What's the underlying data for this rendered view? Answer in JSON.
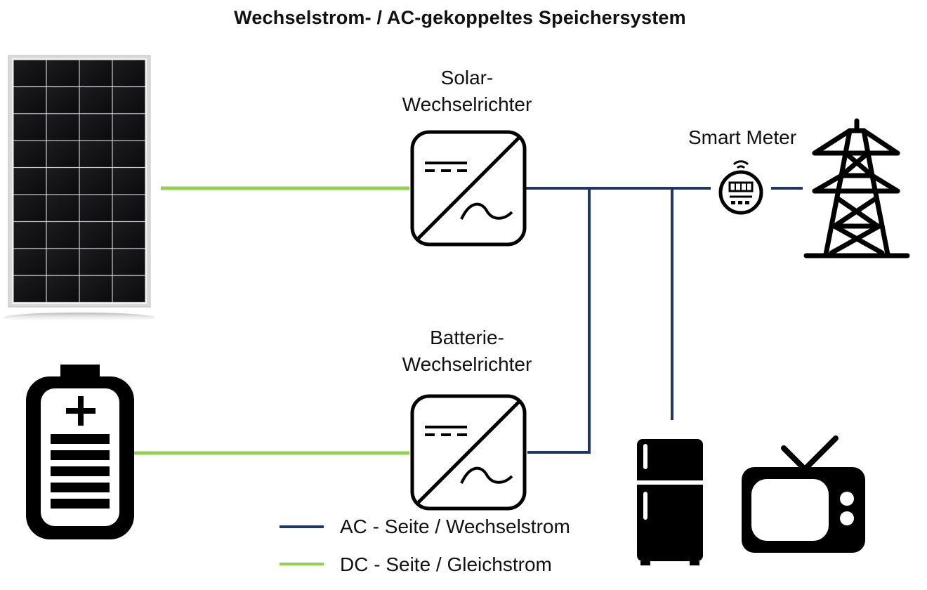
{
  "title": "Wechselstrom- / AC-gekoppeltes Speichersystem",
  "solar_inverter": {
    "line1": "Solar-",
    "line2": "Wechselrichter"
  },
  "battery_inverter": {
    "line1": "Batterie-",
    "line2": "Wechselrichter"
  },
  "smart_meter": {
    "label": "Smart Meter"
  },
  "legend": {
    "ac": "AC - Seite / Wechselstrom",
    "dc": "DC - Seite / Gleichstrom"
  },
  "colors": {
    "ac": "#1f3766",
    "dc": "#92d050",
    "icon": "#000000"
  },
  "icons": [
    "solar-panel-icon",
    "battery-icon",
    "inverter-icon",
    "smart-meter-icon",
    "power-pylon-icon",
    "fridge-icon",
    "tv-icon"
  ]
}
